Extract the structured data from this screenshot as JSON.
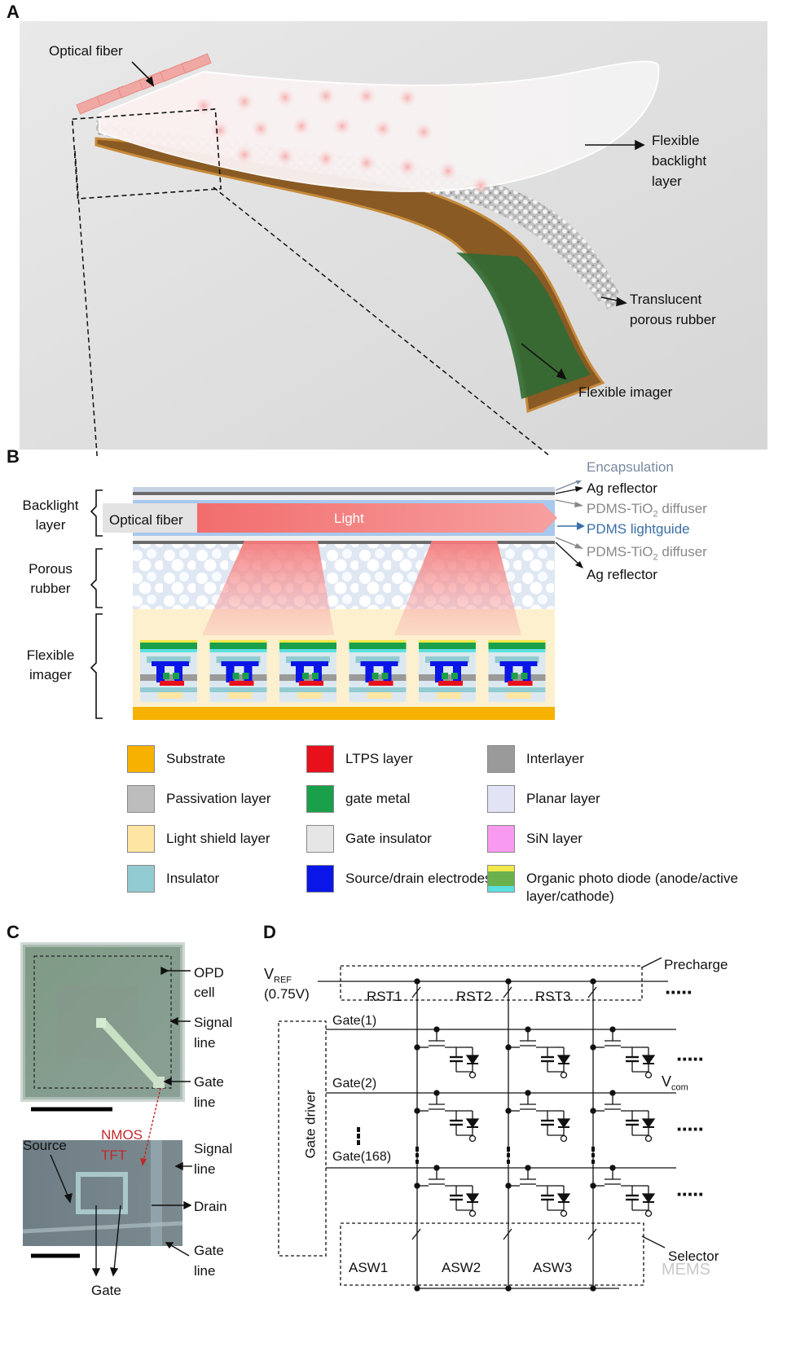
{
  "panels": {
    "a": "A",
    "b": "B",
    "c": "C",
    "d": "D"
  },
  "panel_a": {
    "optical_fiber": "Optical fiber",
    "flexible_backlight": [
      "Flexible",
      "backlight",
      "layer"
    ],
    "translucent_rubber": [
      "Translucent",
      "porous rubber"
    ],
    "flexible_imager": "Flexible imager"
  },
  "panel_b": {
    "left": {
      "backlight": [
        "Backlight",
        "layer"
      ],
      "porous": [
        "Porous",
        "rubber"
      ],
      "imager": [
        "Flexible",
        "imager"
      ]
    },
    "optical_fiber": "Optical fiber",
    "light": "Light",
    "right": {
      "encapsulation": "Encapsulation",
      "ag_reflector_top": "Ag reflector",
      "diffuser_top": "PDMS-TiO",
      "diffuser_top_sub": "2",
      "diffuser_top_tail": " diffuser",
      "lightguide": "PDMS lightguide",
      "diffuser_bottom": "PDMS-TiO",
      "diffuser_bottom_sub": "2",
      "diffuser_bottom_tail": " diffuser",
      "ag_reflector_bottom": "Ag reflector"
    },
    "colors": {
      "light": "#f47a7a",
      "lightguide_text": "#3a6ea5",
      "encapsulation_text": "#7a8aa0",
      "diffuser_text": "#888888"
    }
  },
  "legend": [
    {
      "label": "Substrate",
      "color": "#f7b100"
    },
    {
      "label": "LTPS layer",
      "color": "#e8101a"
    },
    {
      "label": "Interlayer",
      "color": "#9a9a9a"
    },
    {
      "label": "Passivation layer",
      "color": "#bdbdbd"
    },
    {
      "label": "gate metal",
      "color": "#1aa04a"
    },
    {
      "label": "Planar layer",
      "color": "#e2e4f6"
    },
    {
      "label": "Light shield layer",
      "color": "#fde6a4"
    },
    {
      "label": "Gate insulator",
      "color": "#e6e6e6"
    },
    {
      "label": "SiN layer",
      "color": "#f89af0"
    },
    {
      "label": "Insulator",
      "color": "#93cbd2"
    },
    {
      "label": "Source/drain electrodes",
      "color": "#0a15e8"
    },
    {
      "label": "Organic photo diode (anode/active layer/cathode)",
      "color": "#6ab14e"
    }
  ],
  "panel_c": {
    "opd_cell": [
      "OPD",
      "cell"
    ],
    "signal_line_top": [
      "Signal",
      "line"
    ],
    "gate_line_top": [
      "Gate",
      "line"
    ],
    "nmos_tft": [
      "NMOS",
      "TFT"
    ],
    "source": "Source",
    "signal_line_bottom": [
      "Signal",
      "line"
    ],
    "drain": "Drain",
    "gate": "Gate",
    "gate_line_bottom": [
      "Gate",
      "line"
    ],
    "nmos_color": "#c0292b"
  },
  "panel_d": {
    "vref": "V",
    "vref_sub": "REF",
    "vref_value": "(0.75V)",
    "precharge": "Precharge",
    "rst": [
      "RST1",
      "RST2",
      "RST3"
    ],
    "gates": [
      "Gate(1)",
      "Gate(2)",
      "Gate(168)"
    ],
    "gate_driver": "Gate driver",
    "vcom": "V",
    "vcom_sub": "com",
    "asw": [
      "ASW1",
      "ASW2",
      "ASW3"
    ],
    "selector": "Selector",
    "dots": "·····"
  },
  "watermark": "MEMS"
}
